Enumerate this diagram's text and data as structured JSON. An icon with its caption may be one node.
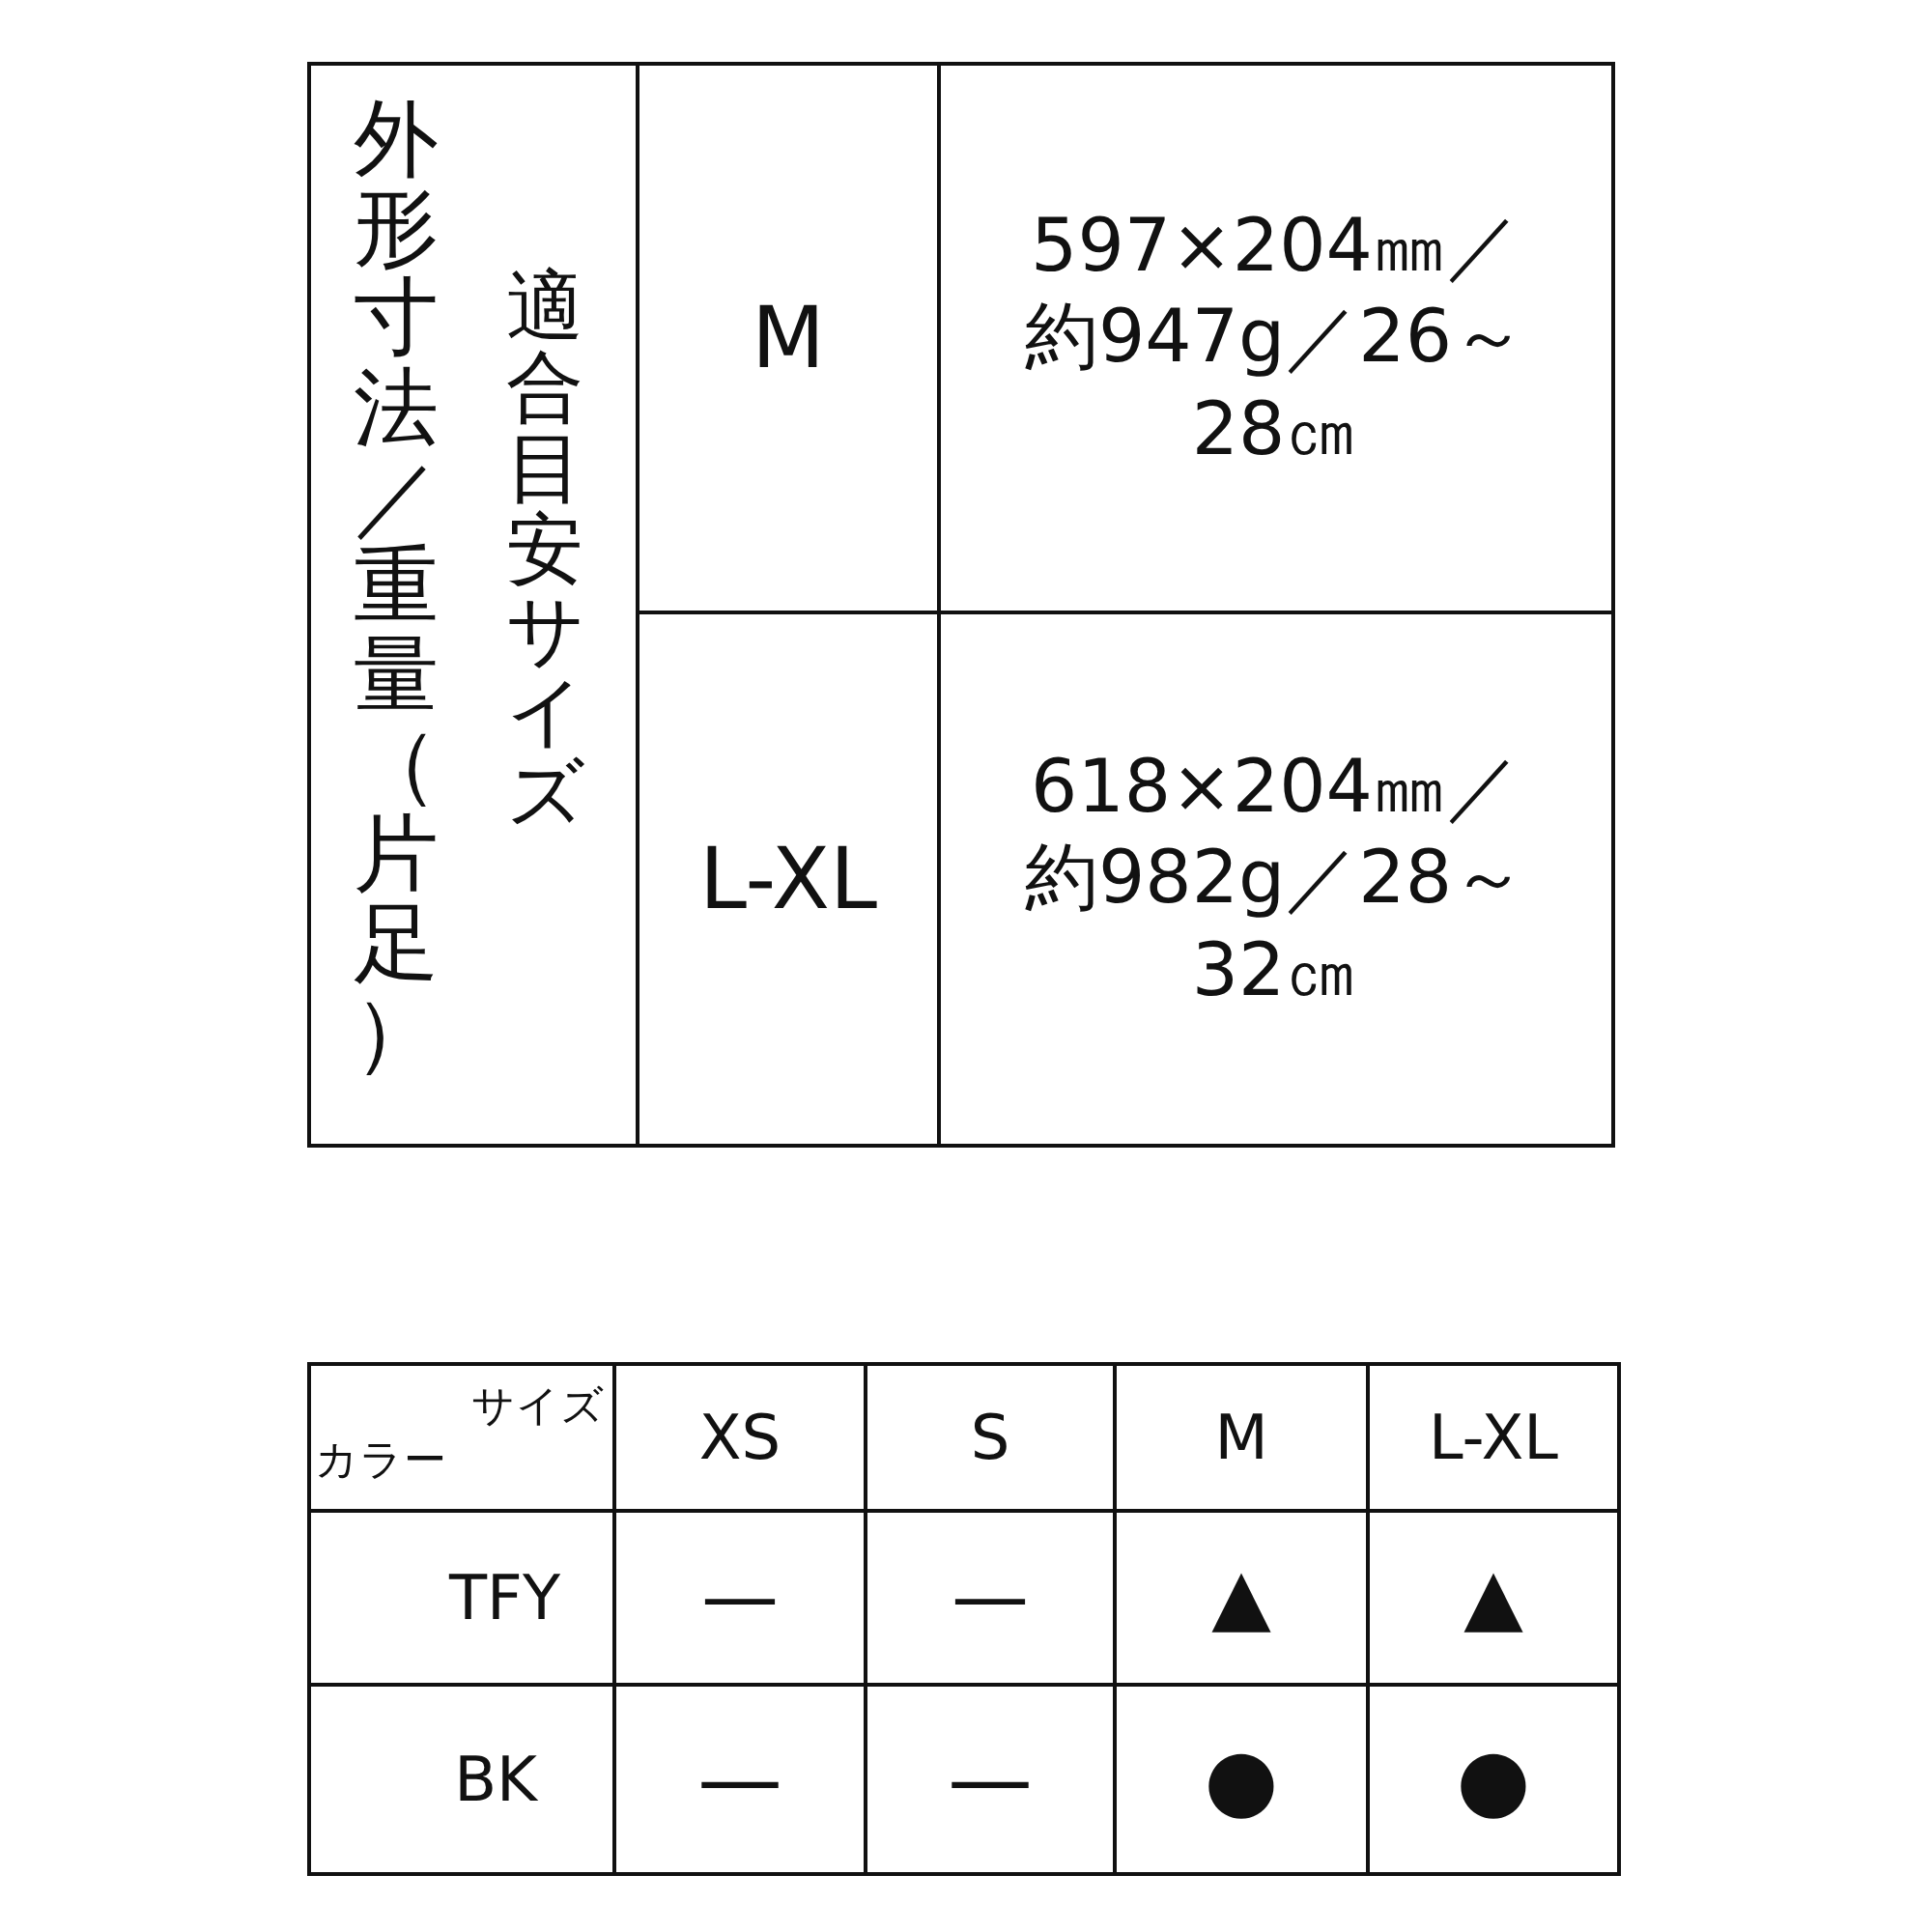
{
  "diagram": {
    "labels": [
      "外形寸法／重量（片足）",
      "適合目安サイズ",
      "M",
      "597×204㎜／約947g／26～28㎝",
      "L-XL",
      "618×204㎜／約982g／28～32㎝",
      "サイズ",
      "カラー",
      "XS",
      "S",
      "M",
      "L-XL",
      "TFY",
      "—",
      "—",
      "▲",
      "▲",
      "BK",
      "—",
      "—",
      "●",
      "●"
    ]
  }
}
